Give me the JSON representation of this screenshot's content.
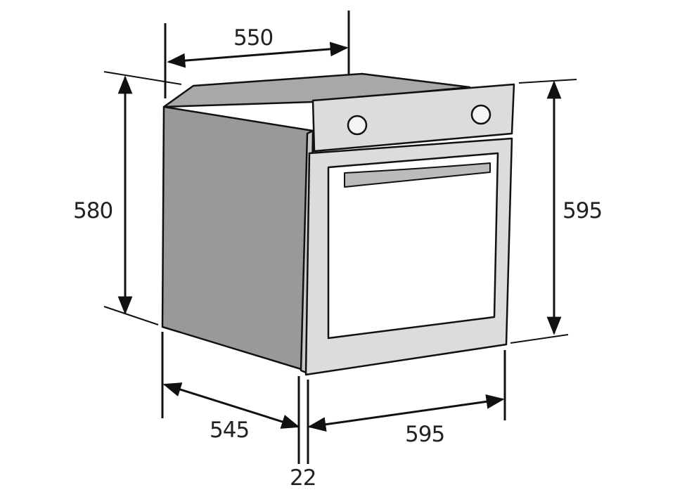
{
  "title": "Built-in oven dimensions",
  "dimensions": {
    "top_depth": "550",
    "side_height": "580",
    "front_height": "595",
    "bottom_depth": "545",
    "front_width": "595",
    "door_thickness": "22"
  },
  "colors": {
    "side": "#9a9a9a",
    "top": "#a8a8a8",
    "front": "#dcdcdc",
    "outline": "#111111"
  }
}
